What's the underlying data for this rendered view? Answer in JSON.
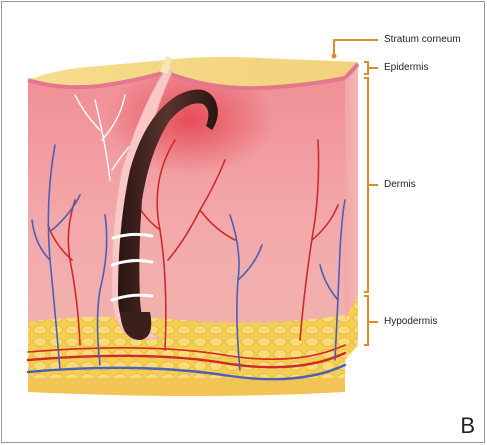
{
  "figure": {
    "panel_letter": "B",
    "labels": {
      "stratum_corneum": "Stratum corneum",
      "epidermis": "Epidermis",
      "dermis": "Dermis",
      "hypodermis": "Hypodermis"
    },
    "colors": {
      "bracket": "#e08a2a",
      "epidermis": "#f3d98a",
      "dermis": "#f0a3a6",
      "dermis_side": "#ee9aa0",
      "hypodermis": "#f6cf52",
      "hair": "#3a1f1b",
      "artery": "#cf2a2a",
      "vein": "#4a5fb8"
    }
  }
}
